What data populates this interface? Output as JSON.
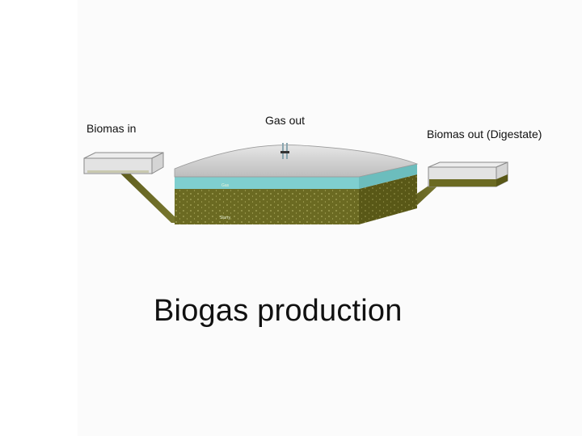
{
  "diagram": {
    "labels": {
      "biomass_in": "Biomas in",
      "gas_out": "Gas out",
      "biomass_out": "Biomas out (Digestate)",
      "gas_layer": "Gas",
      "slurry_layer": "Slurry"
    },
    "colors": {
      "dome": "#d4d4d4",
      "gas_band": "#7fcfcf",
      "slurry": "#6b6a22",
      "slurry_dark": "#595817",
      "tank_box": "#8a8a8a"
    }
  },
  "slide": {
    "title": "Biogas production"
  }
}
